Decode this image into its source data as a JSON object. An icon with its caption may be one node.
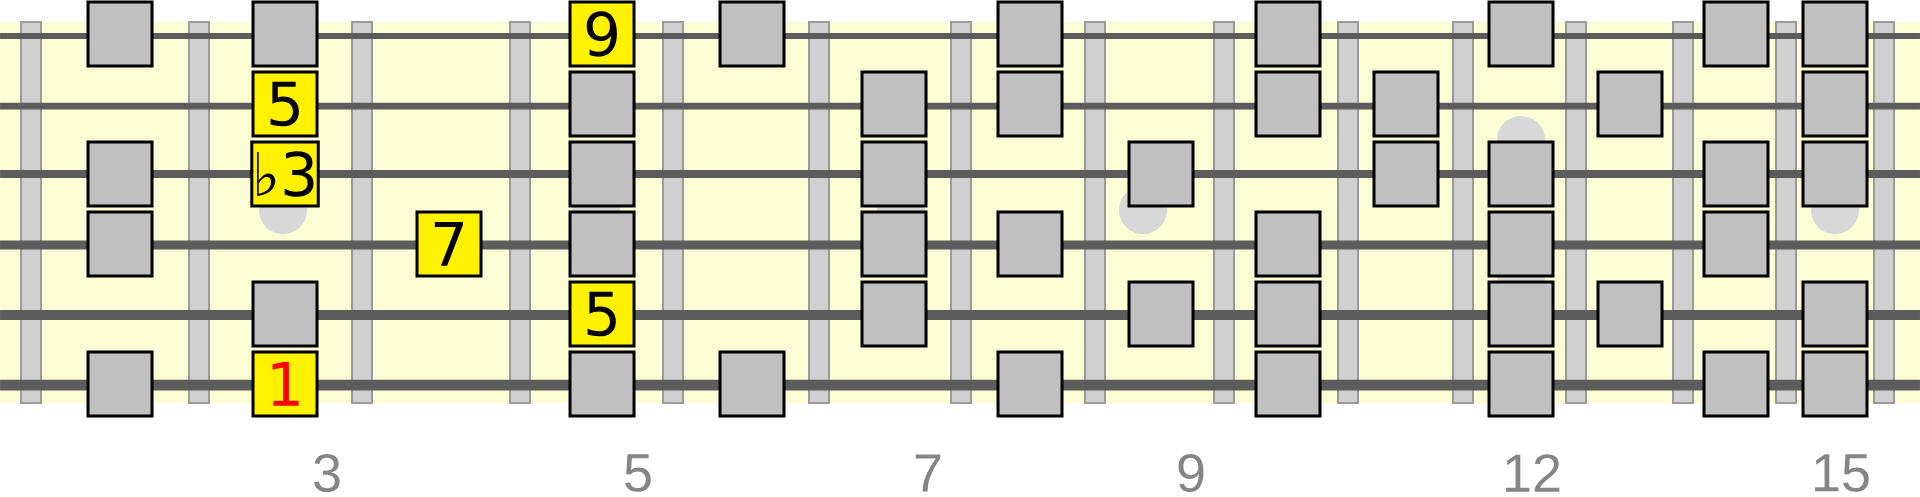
{
  "diagram": {
    "nodes": [
      {
        "text": [],
        "shape": "box"
      },
      {
        "text": [],
        "shape": "box"
      },
      {
        "text": [
          "9"
        ]
      },
      {
        "text": [],
        "shape": "box"
      },
      {
        "text": [],
        "shape": "box"
      },
      {
        "text": [],
        "shape": "box"
      },
      {
        "text": [],
        "shape": "box"
      },
      {
        "text": [],
        "shape": "box"
      },
      {
        "text": [],
        "shape": "box"
      },
      {
        "text": [
          "5"
        ]
      },
      {
        "text": [],
        "shape": "box"
      },
      {
        "text": [],
        "shape": "box"
      },
      {
        "text": [],
        "shape": "box"
      },
      {
        "text": [],
        "shape": "box"
      },
      {
        "text": [],
        "shape": "box"
      },
      {
        "text": [],
        "shape": "box"
      },
      {
        "text": [],
        "shape": "box"
      },
      {
        "text": [],
        "shape": "box"
      },
      {
        "text": [
          "♭3"
        ]
      },
      {
        "text": [],
        "shape": "box"
      },
      {
        "text": [],
        "shape": "box"
      },
      {
        "text": [],
        "shape": "box"
      },
      {
        "text": [],
        "shape": "box"
      },
      {
        "text": [],
        "shape": "box"
      },
      {
        "text": [],
        "shape": "box"
      },
      {
        "text": [],
        "shape": "box"
      },
      {
        "text": [],
        "shape": "box"
      },
      {
        "text": [
          "7"
        ]
      },
      {
        "text": [],
        "shape": "box"
      },
      {
        "text": [],
        "shape": "box"
      },
      {
        "text": [],
        "shape": "box"
      },
      {
        "text": [],
        "shape": "box"
      },
      {
        "text": [],
        "shape": "box"
      },
      {
        "text": [],
        "shape": "box"
      },
      {
        "text": [],
        "shape": "box"
      },
      {
        "text": [
          "5"
        ]
      },
      {
        "text": [],
        "shape": "box"
      },
      {
        "text": [],
        "shape": "box"
      },
      {
        "text": [],
        "shape": "box"
      },
      {
        "text": [],
        "shape": "box"
      },
      {
        "text": [],
        "shape": "box"
      },
      {
        "text": [],
        "shape": "box"
      },
      {
        "text": [],
        "shape": "box"
      },
      {
        "text": [
          "1"
        ]
      },
      {
        "text": [],
        "shape": "box"
      },
      {
        "text": [],
        "shape": "box"
      },
      {
        "text": [],
        "shape": "box"
      },
      {
        "text": [],
        "shape": "box"
      },
      {
        "text": [],
        "shape": "box"
      },
      {
        "text": [],
        "shape": "box"
      },
      {
        "text": [],
        "shape": "box"
      }
    ],
    "labels": [
      "3",
      "5",
      "7",
      "9",
      "12",
      "15"
    ]
  }
}
